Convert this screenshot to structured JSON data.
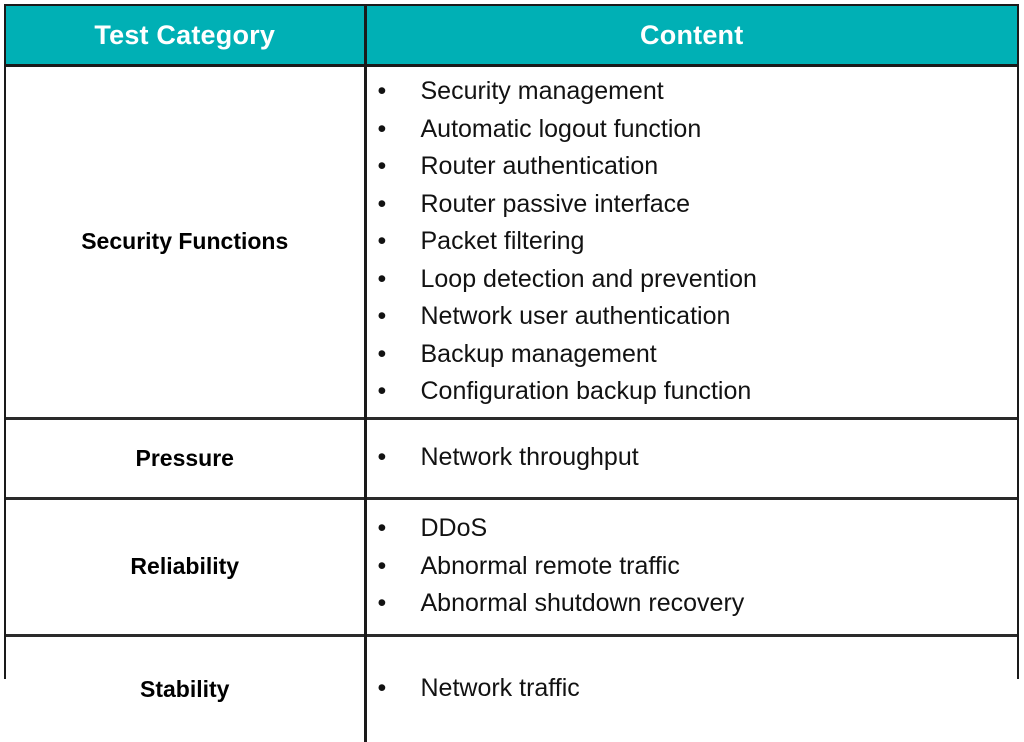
{
  "table": {
    "columns": [
      {
        "key": "category",
        "label": "Test Category"
      },
      {
        "key": "content",
        "label": "Content"
      }
    ],
    "header_bg": "#00b0b5",
    "header_text_color": "#ffffff",
    "border_color": "#1a1a1a",
    "bullet_glyph": "•",
    "rows": [
      {
        "category": "Security Functions",
        "items": [
          "Security management",
          "Automatic logout function",
          "Router authentication",
          "Router passive interface",
          "Packet filtering",
          "Loop detection and prevention",
          "Network user authentication",
          "Backup management",
          "Configuration backup function"
        ]
      },
      {
        "category": "Pressure",
        "items": [
          "Network throughput"
        ]
      },
      {
        "category": "Reliability",
        "items": [
          "DDoS",
          "Abnormal remote traffic",
          "Abnormal shutdown recovery"
        ]
      },
      {
        "category": "Stability",
        "items": [
          "Network traffic"
        ]
      }
    ]
  }
}
